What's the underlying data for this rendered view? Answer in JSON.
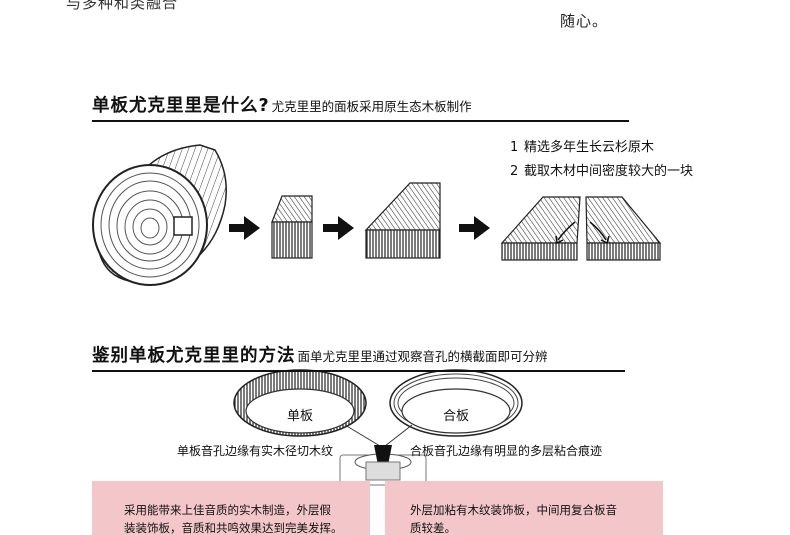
{
  "top": {
    "cut_text": "与多种和类融合",
    "right_text": "随心。"
  },
  "section1": {
    "title": "单板尤克里里是什么?",
    "subtitle": "尤克里里的面板采用原生态木板制作",
    "steps": [
      {
        "num": "1",
        "text": "精选多年生长云杉原木"
      },
      {
        "num": "2",
        "text": "截取木材中间密度较大的一块"
      }
    ]
  },
  "section2": {
    "title": "鉴别单板尤克里里的方法",
    "subtitle": "面单尤克里里通过观察音孔的横截面即可分辨",
    "left_disc_label": "单板",
    "right_disc_label": "合板",
    "left_caption": "单板音孔边缘有实木径切木纹",
    "right_caption": "合板音孔边缘有明显的多层粘合痕迹",
    "left_desc_line1": "采用能带来上佳音质的实木制造，外层假",
    "left_desc_line2": "装装饰板，音质和共鸣效果达到完美发挥。",
    "right_desc_line1": "外层加粘有木纹装饰板，中间用复合板音",
    "right_desc_line2": "质较差。"
  },
  "colors": {
    "pink": "#f3c7c9",
    "ink": "#111111"
  }
}
